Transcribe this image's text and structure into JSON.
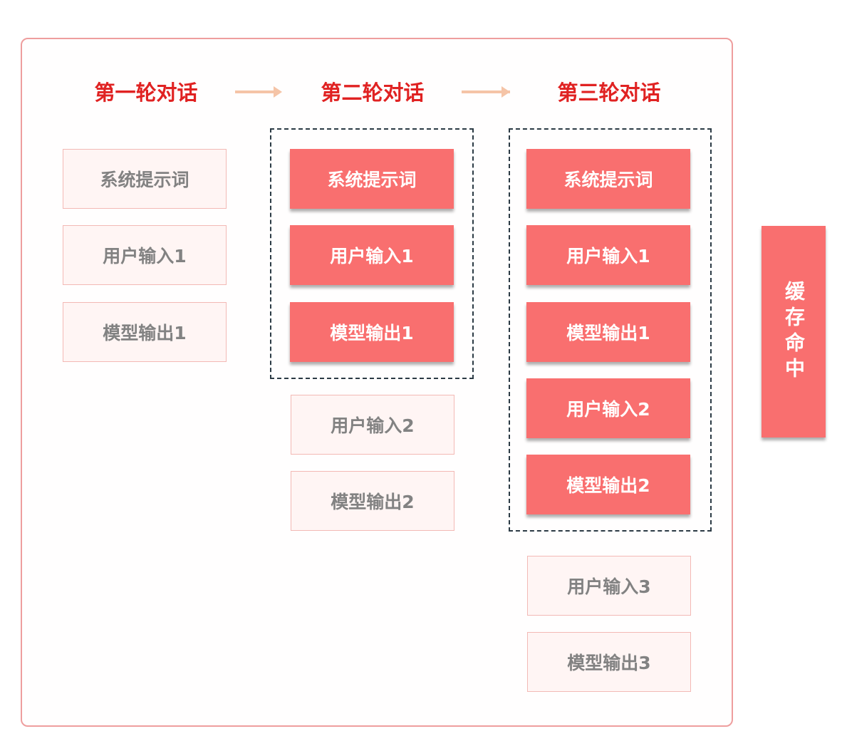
{
  "colors": {
    "frame_border": "#ee9e9e",
    "title": "#e02222",
    "arrow": "#f5c4a7",
    "cached_box": "#f96f6f",
    "plain_box_bg": "#fff5f4",
    "plain_box_border": "#f3b9b5",
    "plain_text": "#828282",
    "dashed_border": "#2b3a44"
  },
  "rounds": [
    {
      "title": "第一轮对话",
      "cached": [],
      "uncached": [
        "系统提示词",
        "用户输入1",
        "模型输出1"
      ]
    },
    {
      "title": "第二轮对话",
      "cached": [
        "系统提示词",
        "用户输入1",
        "模型输出1"
      ],
      "uncached": [
        "用户输入2",
        "模型输出2"
      ]
    },
    {
      "title": "第三轮对话",
      "cached": [
        "系统提示词",
        "用户输入1",
        "模型输出1",
        "用户输入2",
        "模型输出2"
      ],
      "uncached": [
        "用户输入3",
        "模型输出3"
      ]
    }
  ],
  "cache_hit_label": "缓存命中"
}
